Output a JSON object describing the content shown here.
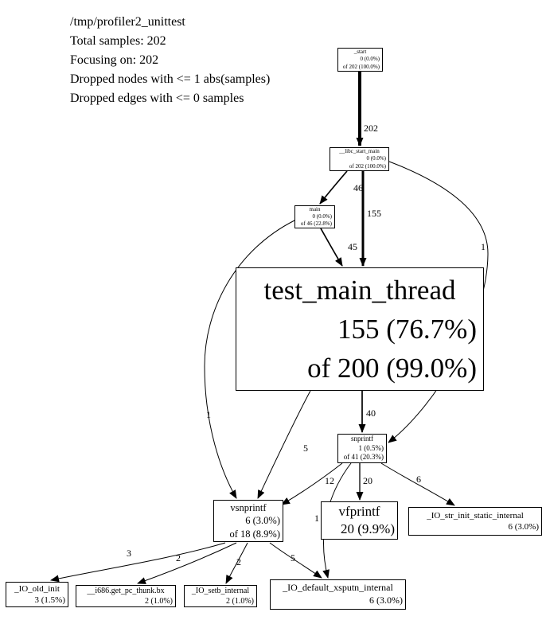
{
  "header": {
    "lines": [
      "/tmp/profiler2_unittest",
      "Total samples: 202",
      "Focusing on: 202",
      "Dropped nodes with <= 1 abs(samples)",
      "Dropped edges with <= 0 samples"
    ]
  },
  "nodes": {
    "start": {
      "name": "_start",
      "self": "0 (0.0%)",
      "total": "of 202 (100.0%)"
    },
    "libc_start_main": {
      "name": "__libc_start_main",
      "self": "0 (0.0%)",
      "total": "of 202 (100.0%)"
    },
    "main": {
      "name": "main",
      "self": "0 (0.0%)",
      "total": "of 46 (22.8%)"
    },
    "test_main_thread": {
      "name": "test_main_thread",
      "self": "155 (76.7%)",
      "total": "of 200 (99.0%)"
    },
    "snprintf": {
      "name": "snprintf",
      "self": "1 (0.5%)",
      "total": "of 41 (20.3%)"
    },
    "vsnprintf": {
      "name": "vsnprintf",
      "self": "6 (3.0%)",
      "total": "of 18 (8.9%)"
    },
    "vfprintf": {
      "name": "vfprintf",
      "self": "20 (9.9%)"
    },
    "io_str_init": {
      "name": "_IO_str_init_static_internal",
      "self": "6 (3.0%)"
    },
    "io_old_init": {
      "name": "_IO_old_init",
      "self": "3 (1.5%)"
    },
    "get_pc_thunk": {
      "name": "__i686.get_pc_thunk.bx",
      "self": "2 (1.0%)"
    },
    "io_setb": {
      "name": "_IO_setb_internal",
      "self": "2 (1.0%)"
    },
    "io_default_xsputn": {
      "name": "_IO_default_xsputn_internal",
      "self": "6 (3.0%)"
    }
  },
  "edges": {
    "start_to_libc": "202",
    "libc_to_main": "46",
    "libc_to_test": "155",
    "libc_to_snprintf": "1",
    "main_to_test": "45",
    "main_to_vsnprintf": "1",
    "test_to_snprintf": "40",
    "test_to_vsnprintf": "5",
    "snprintf_to_vsnprintf": "12",
    "snprintf_to_vfprintf": "20",
    "snprintf_to_io_str_init": "6",
    "snprintf_to_xsputn": "1",
    "vsnprintf_to_io_old_init": "3",
    "vsnprintf_to_thunk": "2",
    "vsnprintf_to_setb": "2",
    "vsnprintf_to_xsputn": "5"
  }
}
